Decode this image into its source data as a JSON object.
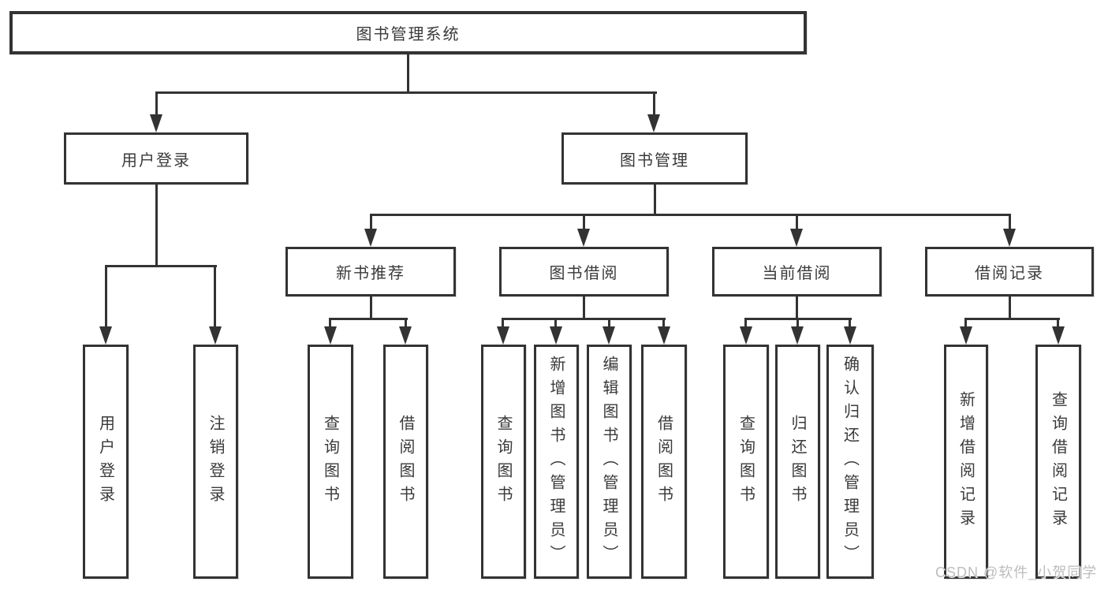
{
  "tree": {
    "root": {
      "label": "图书管理系统"
    },
    "branches": [
      {
        "label": "用户登录",
        "children": [
          {
            "label": "用户登录"
          },
          {
            "label": "注销登录"
          }
        ]
      },
      {
        "label": "图书管理",
        "children": [
          {
            "label": "新书推荐",
            "children": [
              {
                "label": "查询图书"
              },
              {
                "label": "借阅图书"
              }
            ]
          },
          {
            "label": "图书借阅",
            "children": [
              {
                "label": "查询图书"
              },
              {
                "label": "新增图书（管理员）"
              },
              {
                "label": "编辑图书（管理员）"
              },
              {
                "label": "借阅图书"
              }
            ]
          },
          {
            "label": "当前借阅",
            "children": [
              {
                "label": "查询图书"
              },
              {
                "label": "归还图书"
              },
              {
                "label": "确认归还（管理员）"
              }
            ]
          },
          {
            "label": "借阅记录",
            "children": [
              {
                "label": "新增借阅记录"
              },
              {
                "label": "查询借阅记录"
              }
            ]
          }
        ]
      }
    ]
  },
  "watermark": "CSDN @软件_小贺同学",
  "colors": {
    "line": "#333333",
    "text": "#3a3a3a",
    "box_fill": "#ffffff",
    "watermark": "#bdbdbd",
    "background": "#ffffff"
  }
}
